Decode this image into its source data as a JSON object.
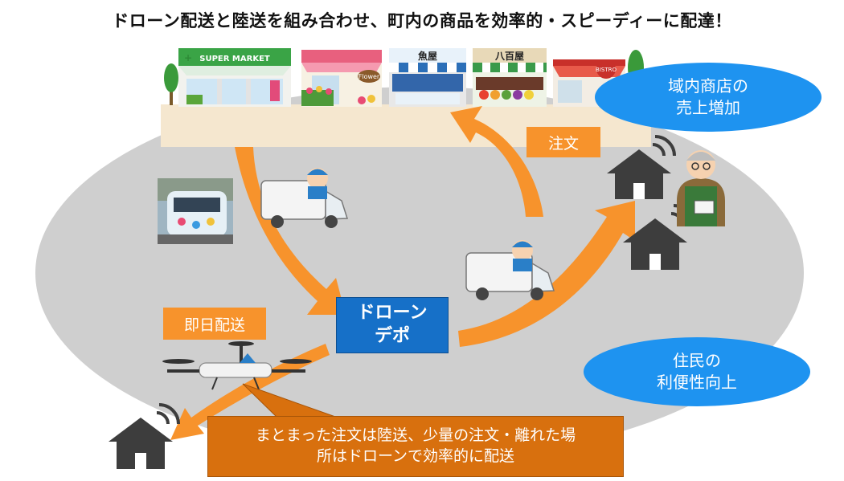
{
  "title": "ドローン配送と陸送を組み合わせ、町内の商品を効率的・スピーディーに配達！",
  "shops": {
    "supermarket_sign": "SUPER MARKET",
    "fish_sign": "魚屋",
    "greengrocer_sign": "八百屋",
    "bistro_sign": "BISTRO",
    "flower_sign": "Flower"
  },
  "labels": {
    "order": "注文",
    "same_day": "即日配送",
    "depot_line1": "ドローン",
    "depot_line2": "デポ",
    "shop_sales_line1": "域内商店の",
    "shop_sales_line2": "売上増加",
    "resident_line1": "住民の",
    "resident_line2": "利便性向上",
    "callout_line1": "まとまった注文は陸送、少量の注文・離れた場",
    "callout_line2": "所はドローンで効率的に配送"
  },
  "colors": {
    "orange": "#f7932c",
    "blue": "#1e93f0",
    "depot_blue": "#1670c8",
    "callout_brown": "#d8700e",
    "house": "#3d3d3d",
    "oval_gray": "#cfcfcf"
  }
}
